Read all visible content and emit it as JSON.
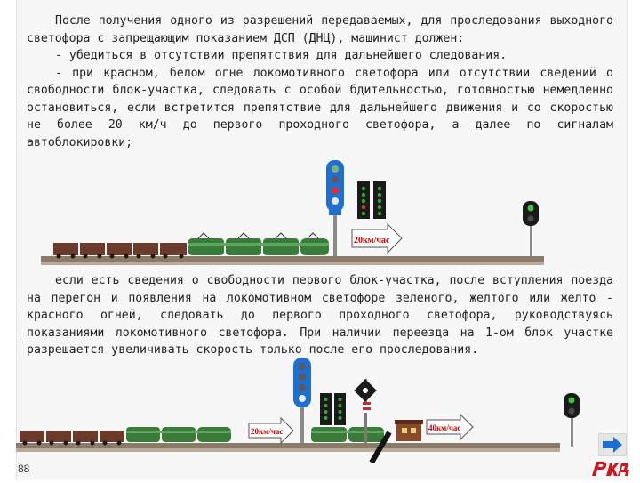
{
  "text": {
    "p1": "После получения одного из разрешений передаваемых, для проследования выходного светофора с запрещающим показанием ДСП (ДНЦ), машинист должен:",
    "p2": "- убедиться в отсутствии препятствия для дальнейшего следования.",
    "p3": "- при красном, белом огне локомотивного светофора или отсутствии сведений о свободности блок-участка, следовать с особой бдительностью, готовностью немедленно остановиться, если встретится препятствие для дальнейшего движения и со скоростью не более 20 км/ч до первого проходного светофора, а далее по сигналам автоблокировки;",
    "p4": "если есть сведения о свободности первого блок-участка, после вступления поезда на перегон и появления на локомотивном светофоре зеленого, желтого или желто - красного огней, следовать до первого проходного светофора, руководствуясь показаниями локомотивного светофора. При наличии переезда на 1-ом блок участке разрешается увеличивать скорость только после его проследования."
  },
  "scene1": {
    "speed_sign": "20км/час"
  },
  "scene2": {
    "speed_sign_1": "20км/час",
    "speed_sign_2": "40км/час"
  },
  "page_number": "88",
  "logo_text": "РЖД",
  "icons": {
    "nav": "arrow-right-icon"
  },
  "colors": {
    "accent_blue": "#1f6fd0",
    "logo_red": "#d2141e",
    "locomotive_green": "#3a7a3a",
    "wagon_brown": "#6b3a2a"
  }
}
